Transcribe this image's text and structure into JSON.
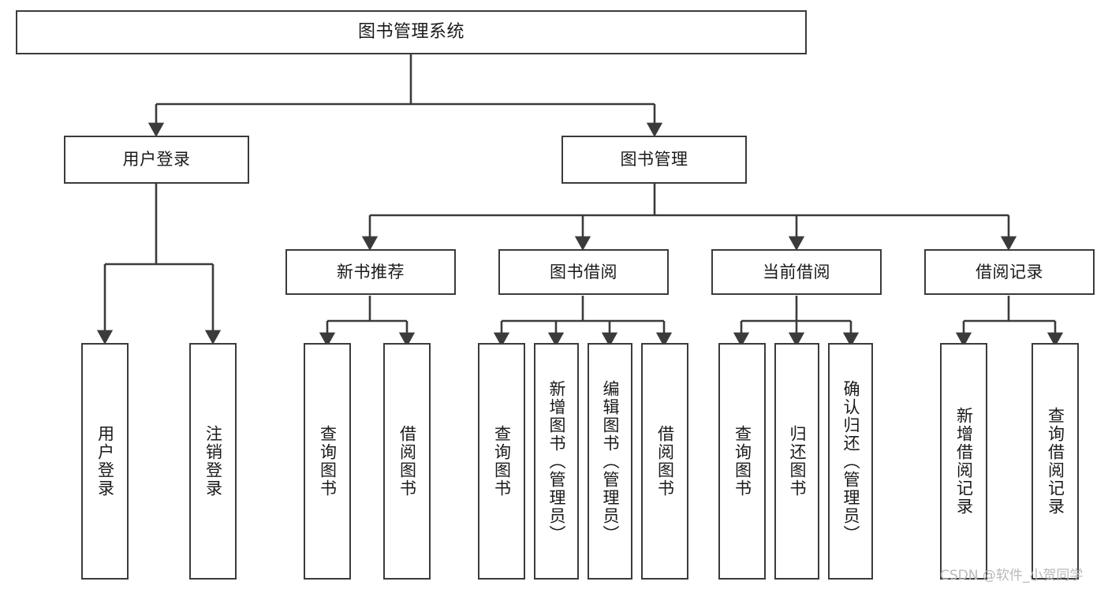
{
  "diagram": {
    "title": "图书管理系统",
    "type": "hierarchy-tree",
    "stroke_color": "#3b3b3b",
    "fill_color": "#ffffff",
    "text_color": "#1a1a1a"
  },
  "root": {
    "label": "图书管理系统"
  },
  "level1": [
    {
      "label": "用户登录"
    },
    {
      "label": "图书管理"
    }
  ],
  "level2": [
    {
      "label": "新书推荐"
    },
    {
      "label": "图书借阅"
    },
    {
      "label": "当前借阅"
    },
    {
      "label": "借阅记录"
    }
  ],
  "leaves": {
    "user_login": [
      {
        "label": "用户登录"
      },
      {
        "label": "注销登录"
      }
    ],
    "new_book_recommend": [
      {
        "label": "查询图书"
      },
      {
        "label": "借阅图书"
      }
    ],
    "book_borrow": [
      {
        "label": "查询图书"
      },
      {
        "label": "新增图书（管理员）"
      },
      {
        "label": "编辑图书（管理员）"
      },
      {
        "label": "借阅图书"
      }
    ],
    "current_borrow": [
      {
        "label": "查询图书"
      },
      {
        "label": "归还图书"
      },
      {
        "label": "确认归还（管理员）"
      }
    ],
    "borrow_record": [
      {
        "label": "新增借阅记录"
      },
      {
        "label": "查询借阅记录"
      }
    ]
  },
  "watermark": {
    "text": "CSDN @软件_小贺同学"
  }
}
